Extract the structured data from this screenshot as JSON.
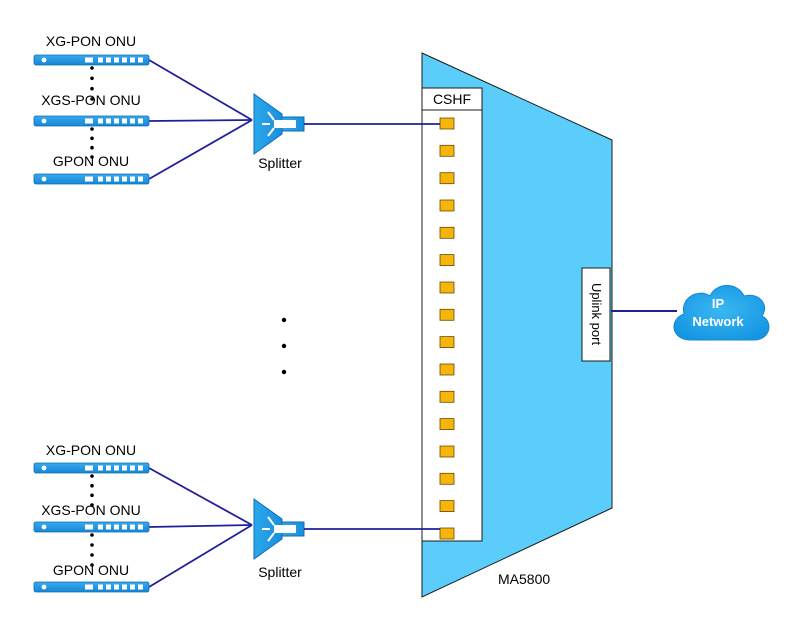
{
  "device": {
    "name": "MA5800",
    "board_label": "CSHF",
    "uplink_label": "Uplink port",
    "port_count": 16,
    "body_color": "#5bcdfb",
    "port_color": "#f5b50a",
    "link_color": "#1f1f9b"
  },
  "network": {
    "line1": "IP",
    "line2": "Network",
    "cloud_color": "#1ea5ea"
  },
  "groups": [
    {
      "splitter_label": "Splitter",
      "onus": [
        {
          "label": "XG-PON ONU"
        },
        {
          "label": "XGS-PON ONU"
        },
        {
          "label": "GPON ONU"
        }
      ]
    },
    {
      "splitter_label": "Splitter",
      "onus": [
        {
          "label": "XG-PON ONU"
        },
        {
          "label": "XGS-PON ONU"
        },
        {
          "label": "GPON ONU"
        }
      ]
    }
  ]
}
